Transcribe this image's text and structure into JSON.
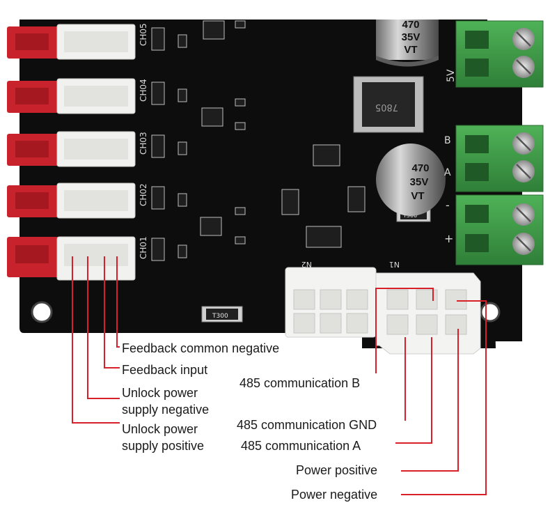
{
  "board": {
    "channel_labels": [
      "CH05",
      "CH04",
      "CH03",
      "CH02",
      "CH01"
    ],
    "cap_value": "470",
    "cap_voltage": "35V",
    "cap_series": "VT",
    "regulator_text": "7805",
    "fuse_text": "T300",
    "fuse2_text": "T300",
    "connector_n1": "N1",
    "connector_n2": "N2",
    "term_5v": "5V",
    "term_a": "A",
    "term_b": "B",
    "term_minus": "-",
    "term_plus": "+"
  },
  "labels": {
    "feedback_common_negative": "Feedback common negative",
    "feedback_input": "Feedback input",
    "unlock_negative_1": "Unlock power",
    "unlock_negative_2": "supply negative",
    "unlock_positive_1": "Unlock power",
    "unlock_positive_2": "supply positive",
    "comm_b": "485 communication B",
    "comm_gnd": "485 communication GND",
    "comm_a": "485 communication A",
    "power_positive": "Power positive",
    "power_negative": "Power negative"
  },
  "colors": {
    "board": "#0d0d0d",
    "connector_red": "#c8232c",
    "connector_white": "#f1f1ef",
    "terminal_green": "#3f9a47",
    "leader_line": "#d8202a",
    "silkscreen": "#d9d9d9"
  }
}
